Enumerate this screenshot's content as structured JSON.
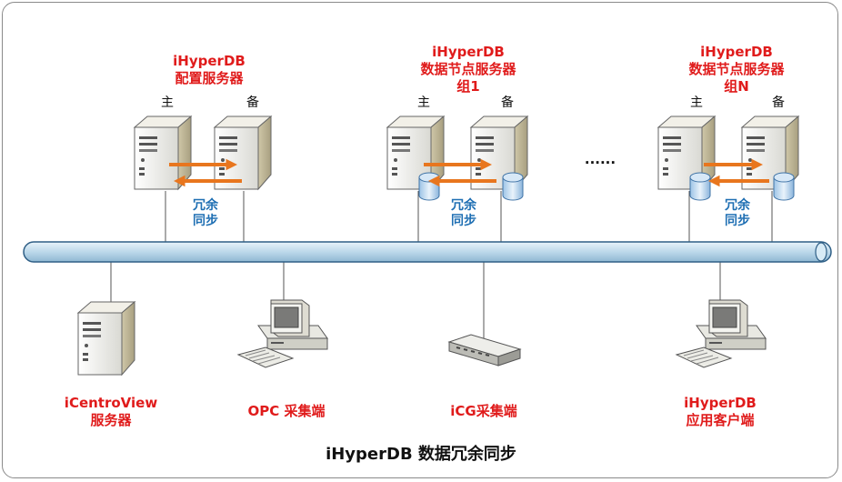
{
  "title": "iHyperDB 数据冗余同步",
  "groups": [
    {
      "line1": "iHyperDB",
      "line2": "配置服务器",
      "line3": ""
    },
    {
      "line1": "iHyperDB",
      "line2": "数据节点服务器",
      "line3": "组1"
    },
    {
      "line1": "iHyperDB",
      "line2": "数据节点服务器",
      "line3": "组N"
    }
  ],
  "primary_label": "主",
  "backup_label": "备",
  "sync_label": {
    "line1": "冗余",
    "line2": "同步"
  },
  "ellipsis": "......",
  "clients": [
    {
      "line1": "iCentroView",
      "line2": "服务器"
    },
    {
      "line1": "OPC 采集端",
      "line2": ""
    },
    {
      "line1": "iCG采集端",
      "line2": ""
    },
    {
      "line1": "iHyperDB",
      "line2": "应用客户端"
    }
  ],
  "colors": {
    "accent_red": "#e01b1b",
    "sync_blue": "#1f6fb3",
    "arrow_orange": "#e8761e",
    "bus_fill": "#bcd8ea",
    "bus_stroke": "#2f5f86"
  },
  "icons": [
    "server-icon",
    "database-icon",
    "workstation-icon",
    "network-switch-icon",
    "sync-arrow-icon"
  ]
}
